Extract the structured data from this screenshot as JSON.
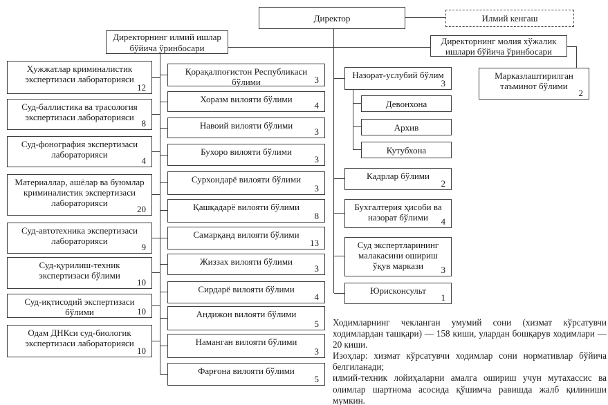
{
  "org": {
    "director": {
      "label": "Директор"
    },
    "council": {
      "label": "Илмий кенгаш"
    },
    "deputy_science": {
      "label": "Директорнинг илмий ишлар бўйича ўринбосари"
    },
    "deputy_finance": {
      "label": "Директорнинг молия хўжалик ишлари бўйича ўринбосари"
    },
    "supply": {
      "label": "Марказлаштирилган таъминот бўлими",
      "count": "2"
    },
    "labs": [
      {
        "label": "Ҳужжатлар криминалистик экспертизаси лабораторияси",
        "count": "12"
      },
      {
        "label": "Суд-баллистика ва трасология экспертизаси лабораторияси",
        "count": "8"
      },
      {
        "label": "Суд-фонография экспертизаси лабораторияси",
        "count": "4"
      },
      {
        "label": "Материаллар, ашёлар ва буюмлар криминалистик экспертизаси лабораторияси",
        "count": "20"
      },
      {
        "label": "Суд-автотехника экспертизаси лабораторияси",
        "count": "9"
      },
      {
        "label": "Суд-қурилиш-техник экспертизаси бўлими",
        "count": "10"
      },
      {
        "label": "Суд-иқтисодий экспертизаси бўлими",
        "count": "10"
      },
      {
        "label": "Одам ДНКси суд-биологик экспертизаси лабораторияси",
        "count": "10"
      }
    ],
    "regions": [
      {
        "label": "Қорақалпоғистон Республикаси бўлими",
        "count": "3"
      },
      {
        "label": "Хоразм вилояти бўлими",
        "count": "4"
      },
      {
        "label": "Навоий вилояти бўлими",
        "count": "3"
      },
      {
        "label": "Бухоро вилояти бўлими",
        "count": "3"
      },
      {
        "label": "Сурхондарё вилояти бўлими",
        "count": "3"
      },
      {
        "label": "Қашқадарё вилояти бўлими",
        "count": "8"
      },
      {
        "label": "Самарқанд вилояти бўлими",
        "count": "13"
      },
      {
        "label": "Жиззах вилояти бўлими",
        "count": "3"
      },
      {
        "label": "Сирдарё вилояти бўлими",
        "count": "4"
      },
      {
        "label": "Андижон вилояти бўлими",
        "count": "5"
      },
      {
        "label": "Наманган вилояти бўлими",
        "count": "3"
      },
      {
        "label": "Фарғона вилояти бўлими",
        "count": "5"
      }
    ],
    "units": [
      {
        "label": "Назорат-услубий бўлим",
        "count": "3"
      },
      {
        "label": "Кадрлар бўлими",
        "count": "2"
      },
      {
        "label": "Бухгалтерия ҳисоби ва назорат бўлими",
        "count": "4"
      },
      {
        "label": "Суд экспертларининг малакасини ошириш ўқув маркази",
        "count": "3"
      },
      {
        "label": "Юрисконсульт",
        "count": "1"
      }
    ],
    "nazorat_children": [
      {
        "label": "Девонхона"
      },
      {
        "label": "Архив"
      },
      {
        "label": "Кутубхона"
      }
    ]
  },
  "notes": {
    "p1": "Ходимларнинг чекланган умумий сони (хизмат кўрсатувчи ходимлардан ташқари) — 158 киши, улардан бошқарув ходимлари — 20 киши.",
    "p2": "Изоҳлар: хизмат кўрсатувчи ходимлар сони нормативлар бўйича белгиланади;",
    "p3": "илмий-техник лойиҳаларни амалга ошириш учун мутахассис ва олимлар шартнома асосида қўшимча равишда жалб қилиниши мумкин."
  },
  "colors": {
    "line": "#3f3f3f",
    "background": "#ffffff",
    "text": "#1a1a1a"
  }
}
